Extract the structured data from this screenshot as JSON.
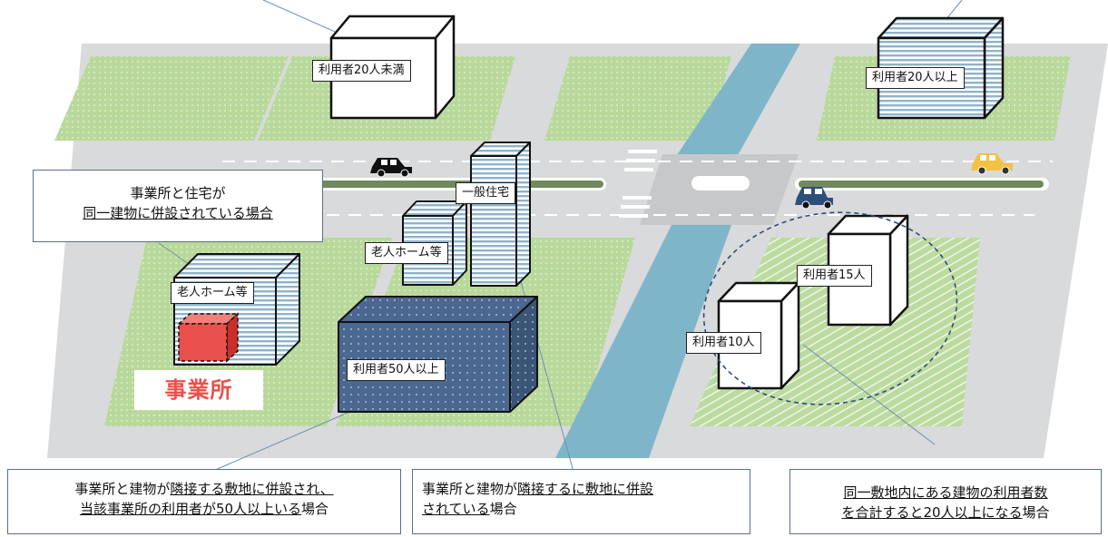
{
  "buildings": {
    "under20": "利用者20人未満",
    "over20": "利用者20人以上",
    "general_housing": "一般住宅",
    "nursing_home_center": "老人ホーム等",
    "nursing_home_left": "老人ホーム等",
    "over50": "利用者50人以上",
    "users15": "利用者15人",
    "users10": "利用者10人"
  },
  "office_label": "事業所",
  "callouts": {
    "same_building": {
      "line1": "事業所と住宅が",
      "line2": "同一建物に併設されている場合"
    },
    "adjacent_50": {
      "line1_a": "事業所と建物が",
      "line1_b": "隣接する敷地に併設され、",
      "line2_a": "当該事業所の利用者が50人以上いる",
      "line2_b": "場合"
    },
    "adjacent": {
      "line1_a": "事業所と建物が",
      "line1_b": "隣接するに敷地に併設",
      "line2_a": "されている",
      "line2_b": "場合"
    },
    "same_site": {
      "line1": "同一敷地内にある建物の利用者数",
      "line2_a": "を合計すると20人以上になる",
      "line2_b": "場合"
    }
  },
  "colors": {
    "lot_green": "#a9d18e",
    "river": "#7fb5c9",
    "office_red": "#e8514b",
    "large_bldg": "#4a6890"
  }
}
